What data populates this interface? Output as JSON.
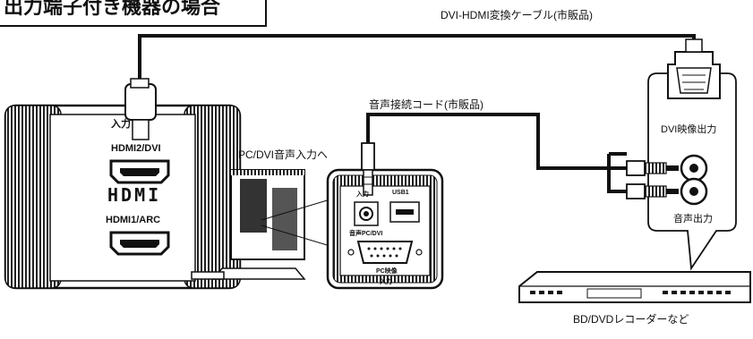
{
  "title": "出力端子付き機器の場合",
  "labels": {
    "dvi_hdmi_cable": "DVI-HDMI変換ケーブル(市販品)",
    "audio_cord": "音声接続コード(市販品)",
    "pc_dvi_audio_in": "PC/DVI音声入力へ",
    "dvi_video_out": "DVI映像出力",
    "audio_out": "音声出力",
    "bd_dvd_recorder": "BD/DVDレコーダーなど"
  },
  "tv_panel": {
    "input": "入力",
    "hdmi2": "HDMI2/DVI",
    "hdmi1": "HDMI1/ARC",
    "logo": "HDMI"
  },
  "pc_panel": {
    "input_top": "入力",
    "usb": "USB1",
    "audio_jack_label": "音声PC/DVI",
    "pc_label": "PC映像",
    "input_bottom": "入力"
  }
}
